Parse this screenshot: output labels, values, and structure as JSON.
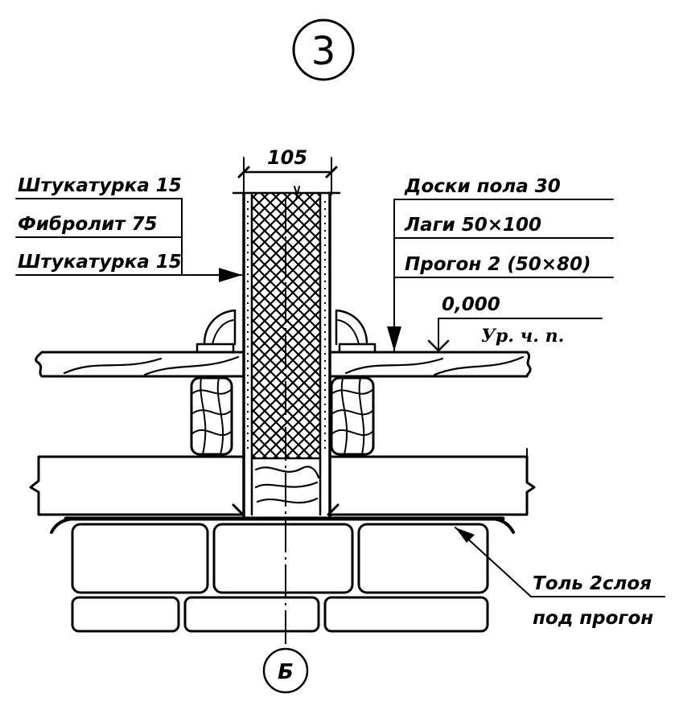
{
  "detail_number": "3",
  "dimension": {
    "value": "105"
  },
  "wall_layers": [
    {
      "label": "Штукатурка 15"
    },
    {
      "label": "Фибролит 75"
    },
    {
      "label": "Штукатурка 15"
    }
  ],
  "floor_layers": [
    {
      "label": "Доски пола 30"
    },
    {
      "label": "Лаги  50×100"
    },
    {
      "label": "Прогон 2 (50×80)"
    }
  ],
  "elevation": {
    "value": "0,000",
    "label": "Ур. ч. п."
  },
  "membrane": {
    "line1": "Толь 2слоя",
    "line2": "под прогон"
  },
  "axis_mark": "Б",
  "colors": {
    "ink": "#000000",
    "paper": "#ffffff"
  }
}
